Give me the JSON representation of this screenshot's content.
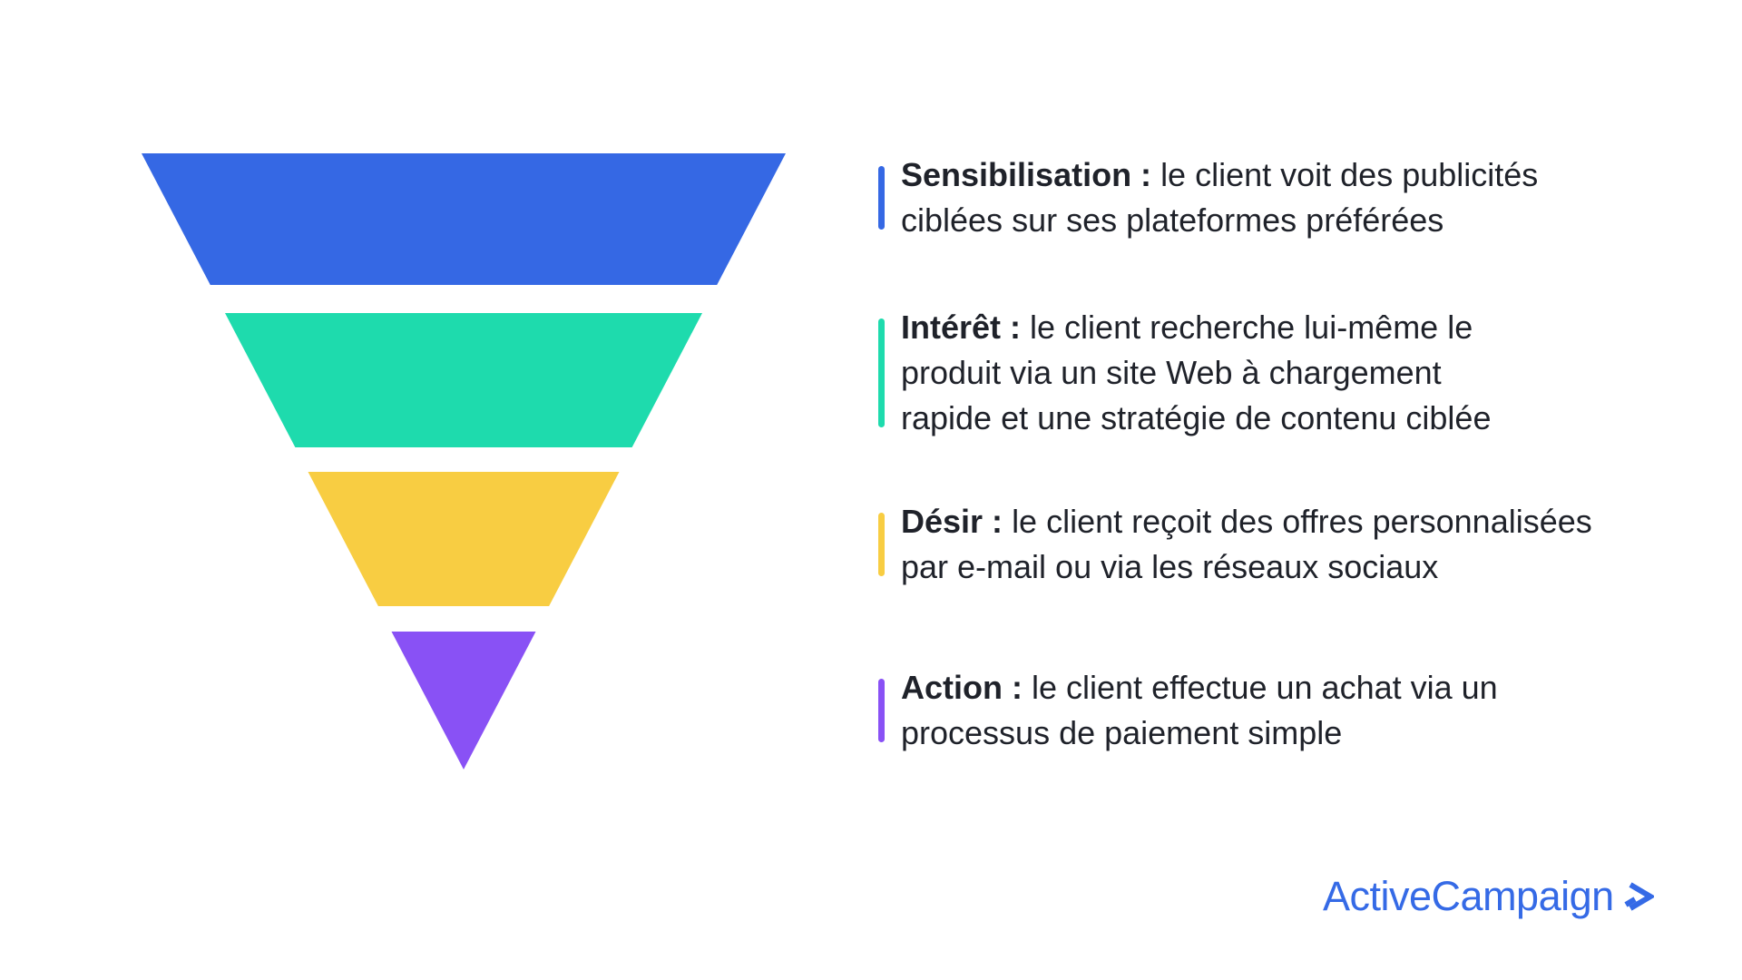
{
  "page": {
    "background_color": "#FFFFFF",
    "text_color": "#1F222A"
  },
  "funnel": {
    "type": "inverted-funnel",
    "stages": [
      {
        "color": "#3568E4"
      },
      {
        "color": "#1EDBAD"
      },
      {
        "color": "#F8CD42"
      },
      {
        "color": "#8951F5"
      }
    ]
  },
  "items": [
    {
      "label": "Sensibilisation :",
      "color": "#3568E4",
      "lines": [
        "le client voit des publicités",
        "ciblées sur ses plateformes préférées"
      ]
    },
    {
      "label": "Intérêt :",
      "color": "#1EDBAD",
      "lines": [
        "le client recherche lui-même le",
        "produit via un site Web à chargement",
        "rapide et une stratégie de contenu ciblée"
      ]
    },
    {
      "label": "Désir :",
      "color": "#F8CD42",
      "lines": [
        "le client reçoit des offres personnalisées",
        "par e-mail ou via les réseaux sociaux"
      ]
    },
    {
      "label": "Action :",
      "color": "#8951F5",
      "lines": [
        "le client effectue un achat via un",
        "processus de paiement simple"
      ]
    }
  ],
  "logo": {
    "text": "ActiveCampaign",
    "color": "#356AE6",
    "mark": "double-chevron-right"
  }
}
